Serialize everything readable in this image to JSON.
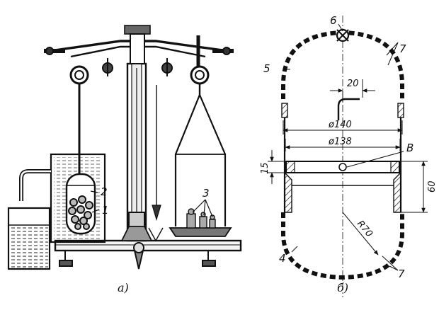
{
  "panel_a": {
    "caption": "а)",
    "callouts": {
      "c1": "1",
      "c2": "2",
      "c3": "3"
    }
  },
  "panel_b": {
    "caption": "б)",
    "callouts": {
      "c4": "4",
      "c5": "5",
      "c6": "6",
      "c7_top": "7",
      "c7_bottom": "7",
      "cB": "В"
    },
    "dimensions": {
      "d20": "20",
      "d140": "ø140",
      "d138": "ø138",
      "d15": "15",
      "d60": "60",
      "r70": "R70"
    }
  }
}
